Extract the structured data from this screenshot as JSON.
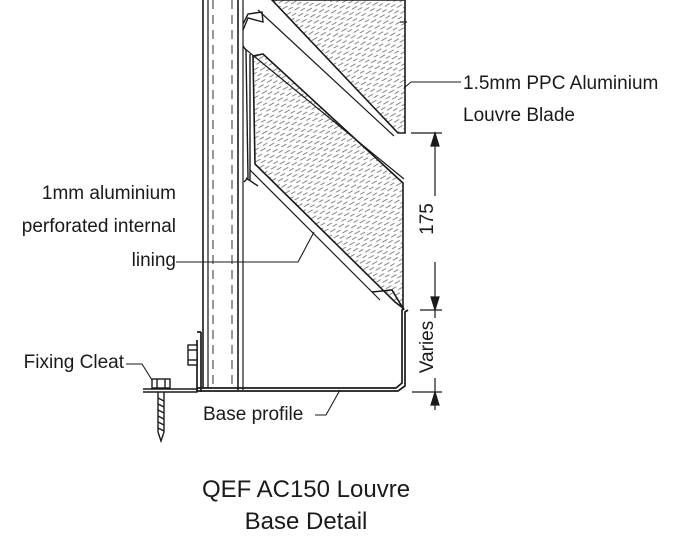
{
  "labels": {
    "blade_line1": "1.5mm PPC Aluminium",
    "blade_line2": "Louvre Blade",
    "lining_line1": "1mm aluminium",
    "lining_line2": "perforated internal",
    "lining_line3": "lining",
    "fixing_cleat": "Fixing Cleat",
    "base_profile": "Base profile"
  },
  "dimensions": {
    "blade_spacing": "175",
    "base_height": "Varies"
  },
  "title": {
    "line1": "QEF AC150 Louvre",
    "line2": "Base Detail"
  },
  "colors": {
    "ink": "#1a1a1a",
    "hatch": "#7a7a7a"
  }
}
